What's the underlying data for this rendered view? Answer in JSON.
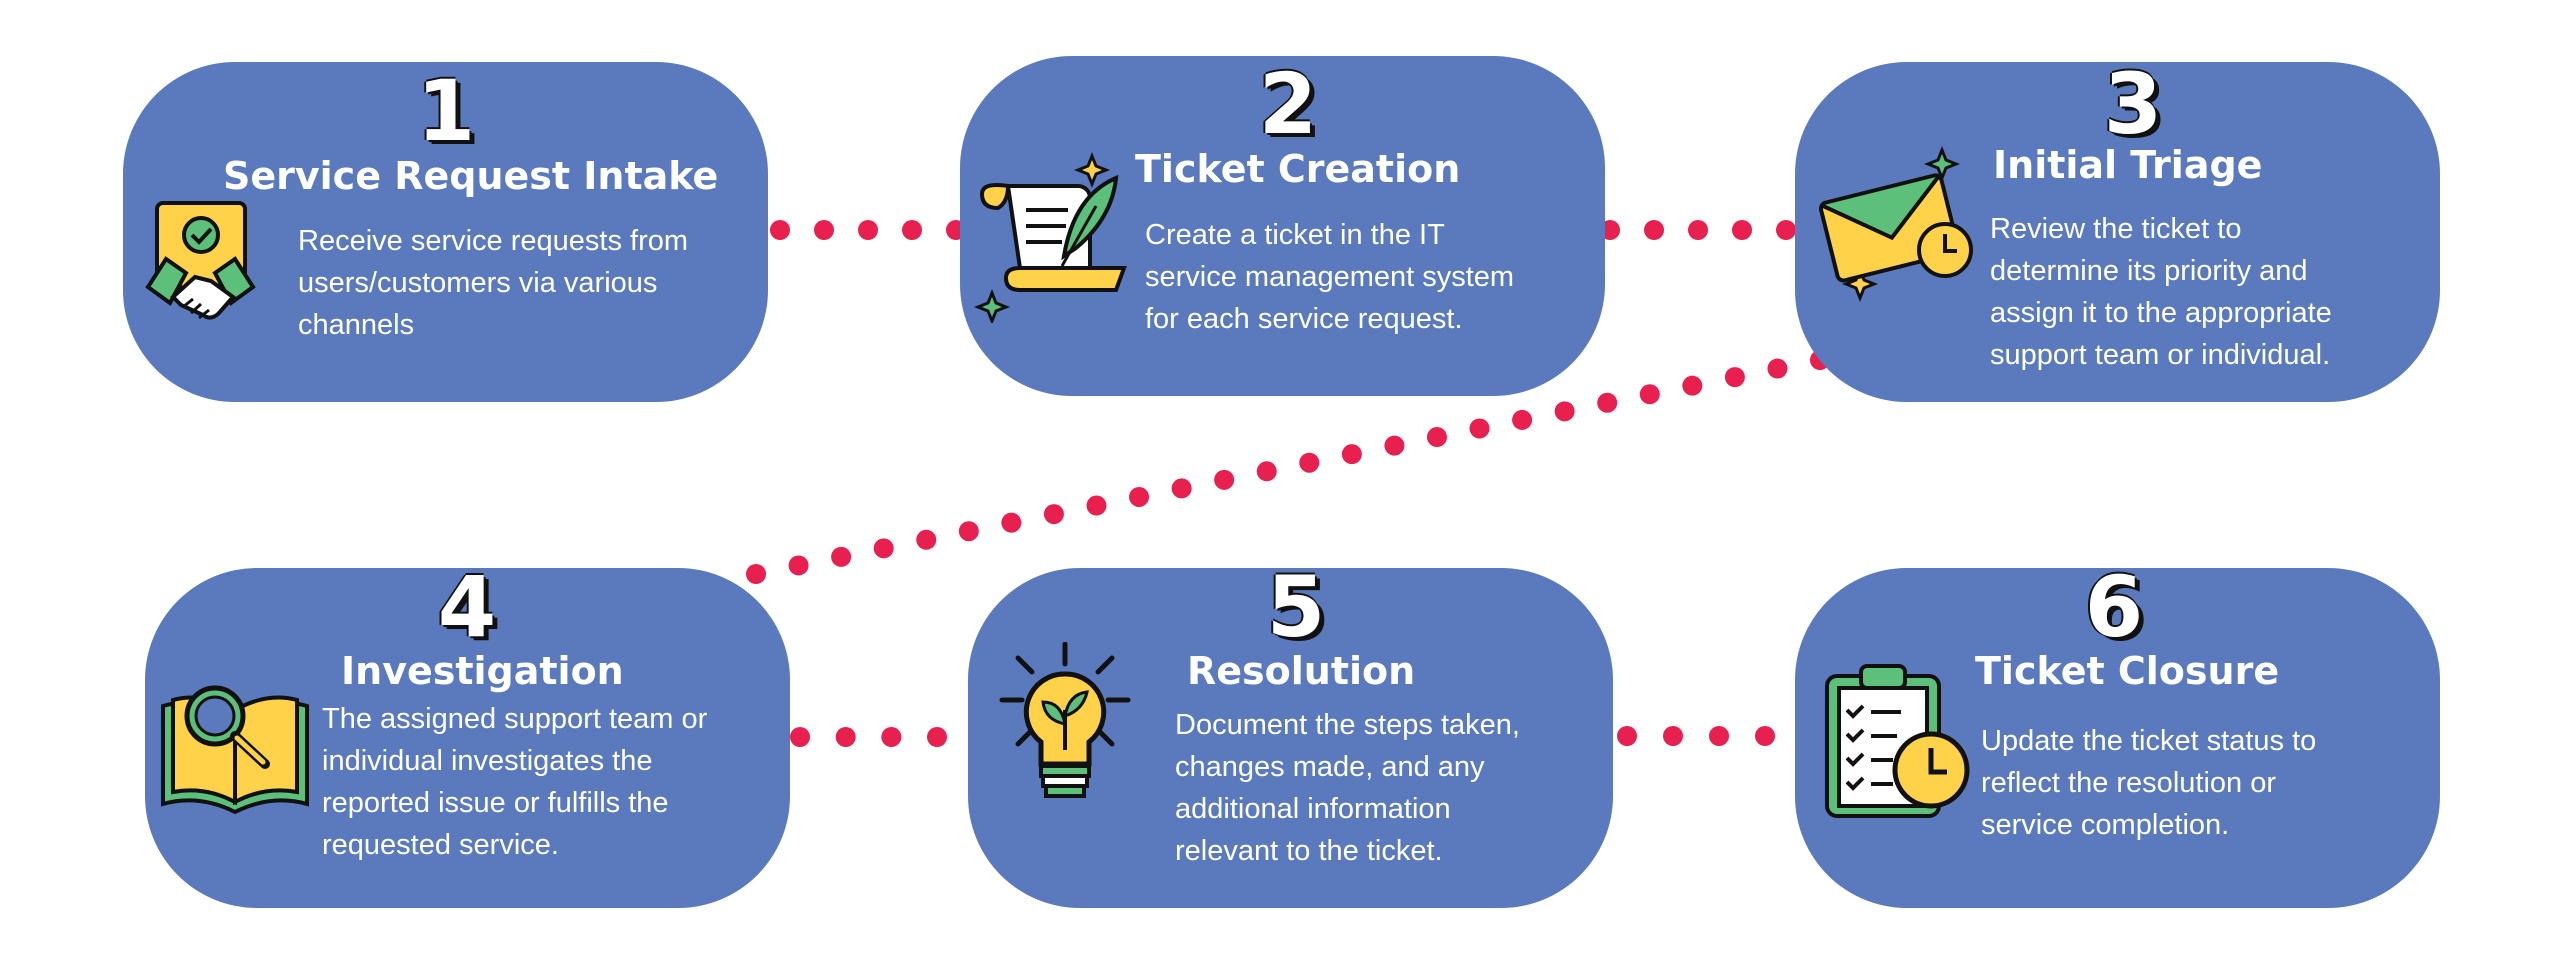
{
  "steps": [
    {
      "number": "1",
      "title": "Service Request Intake",
      "icon": "handshake-icon",
      "description": [
        "Receive service requests from",
        "users/customers via various",
        "channels"
      ]
    },
    {
      "number": "2",
      "title": "Ticket Creation",
      "icon": "scroll-quill-icon",
      "description": [
        "Create a ticket in the IT",
        "service management system",
        "for each service request."
      ]
    },
    {
      "number": "3",
      "title": "Initial Triage",
      "icon": "envelope-clock-icon",
      "description": [
        "Review the ticket to",
        "determine its priority and",
        "assign it to the appropriate",
        "support team or individual."
      ]
    },
    {
      "number": "4",
      "title": "Investigation",
      "icon": "book-magnifier-icon",
      "description": [
        "The assigned support team or",
        "individual investigates the",
        "reported issue or fulfills the",
        "requested service."
      ]
    },
    {
      "number": "5",
      "title": "Resolution",
      "icon": "lightbulb-plant-icon",
      "description": [
        "Document the steps taken,",
        "changes made, and any",
        "additional information",
        "relevant to the ticket."
      ]
    },
    {
      "number": "6",
      "title": "Ticket Closure",
      "icon": "clipboard-clock-icon",
      "description": [
        "Update the ticket status to",
        "reflect the resolution or",
        "service completion."
      ]
    }
  ],
  "colors": {
    "card": "#5a7abd",
    "connector_dots": "#e8204f",
    "icon_yellow": "#ffd24a",
    "icon_green": "#5cbf7a",
    "outline": "#111111"
  }
}
